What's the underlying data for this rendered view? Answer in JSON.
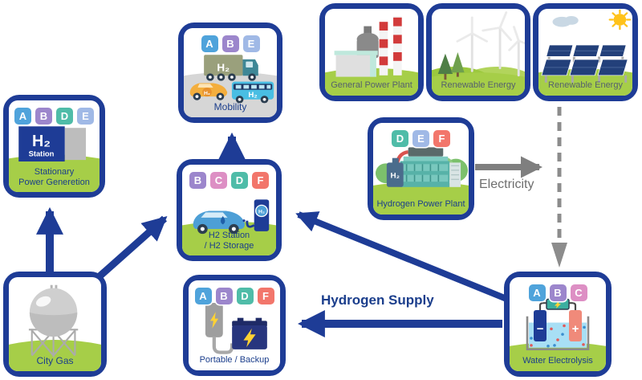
{
  "title": "Hydrogen energy supply chain diagram",
  "colors": {
    "box_border": "#1E3C96",
    "hydrogen_arrow": "#1E3C96",
    "electricity_arrow": "#7F7F7F",
    "dashed_arrow": "#8C8C8C",
    "ground_green": "#A6CE48",
    "ground_gray": "#D6D6D6",
    "label_navy": "#1B3E8C",
    "label_gray": "#55606E",
    "badge_a": "#4FA3DB",
    "badge_b": "#9C86CC",
    "badge_c": "#DD8FC4",
    "badge_d": "#4FBCA8",
    "badge_e": "#A0B9E6",
    "badge_f": "#F2766B"
  },
  "icons": {
    "general_power_plant": "factory-with-chimneys-icon",
    "renewable_wind": "wind-turbines-icon",
    "renewable_solar": "solar-panels-sun-icon",
    "mobility": "truck-car-bus-icon",
    "stationary": "h2-station-sign-icon",
    "hydrogen_power_plant": "hydrogen-plant-building-icon",
    "h2_station": "car-charging-pump-icon",
    "city_gas": "gas-holder-sphere-icon",
    "portable_backup": "phone-battery-icon",
    "water_electrolysis": "electrolysis-tank-icon"
  },
  "cards": {
    "general_power_plant": {
      "label": "General Power Plant"
    },
    "renewable_energy_wind": {
      "label": "Renewable Energy"
    },
    "renewable_energy_solar": {
      "label": "Renewable Energy"
    },
    "mobility": {
      "label": "Mobility",
      "badges": [
        "A",
        "B",
        "E"
      ],
      "truck_text": "H₂",
      "car_text": "H₂",
      "bus_text": "H₂"
    },
    "stationary_power_generation": {
      "label_line1": "Stationary",
      "label_line2": "Power Generetion",
      "badges": [
        "A",
        "B",
        "D",
        "E"
      ],
      "sign_line1": "H₂",
      "sign_line2": "Station"
    },
    "hydrogen_power_plant": {
      "label": "Hydrogen Power Plant",
      "badges": [
        "D",
        "E",
        "F"
      ],
      "tank_text": "H₂"
    },
    "h2_station": {
      "label_line1": "H2 Station",
      "label_line2": "/ H2 Storage",
      "badges": [
        "B",
        "C",
        "D",
        "F"
      ],
      "pump_text": "H₂"
    },
    "city_gas": {
      "label": "City Gas"
    },
    "portable_backup": {
      "label": "Portable / Backup",
      "badges": [
        "A",
        "B",
        "D",
        "F"
      ]
    },
    "water_electrolysis": {
      "label": "Water Electrolysis",
      "badges": [
        "A",
        "B",
        "C"
      ],
      "cathode_text": "−",
      "anode_text": "+"
    }
  },
  "labels": {
    "electricity": "Electricity",
    "hydrogen_supply": "Hydrogen Supply"
  }
}
